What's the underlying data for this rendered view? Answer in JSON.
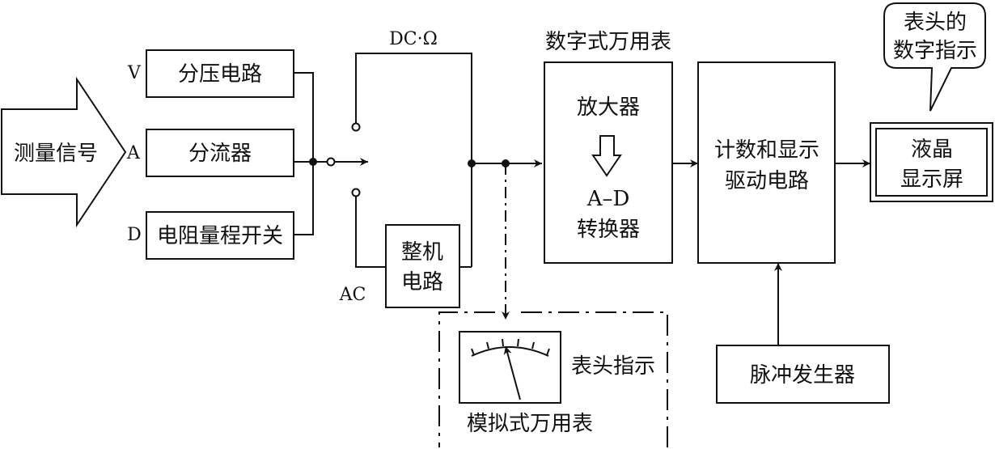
{
  "input": {
    "label": "测量信号"
  },
  "switch_letters": {
    "v": "V",
    "a": "A",
    "d": "D"
  },
  "blocks": {
    "voltage_divider": "分压电路",
    "shunt": "分流器",
    "resistance_range": "电阻量程开关",
    "rectifier_line1": "整机",
    "rectifier_line2": "电路",
    "amplifier": "放大器",
    "ad_line1": "A–D",
    "ad_line2": "转换器",
    "counter_line1": "计数和显示",
    "counter_line2": "驱动电路",
    "lcd_line1": "液晶",
    "lcd_line2": "显示屏",
    "pulse_gen": "脉冲发生器"
  },
  "switch_labels": {
    "dc_ohm": "DC·Ω",
    "ac": "AC"
  },
  "group_titles": {
    "digital_meter": "数字式万用表",
    "analog_meter": "模拟式万用表"
  },
  "callout": {
    "line1": "表头的",
    "line2": "数字指示"
  },
  "meter": {
    "label": "表头指示"
  }
}
